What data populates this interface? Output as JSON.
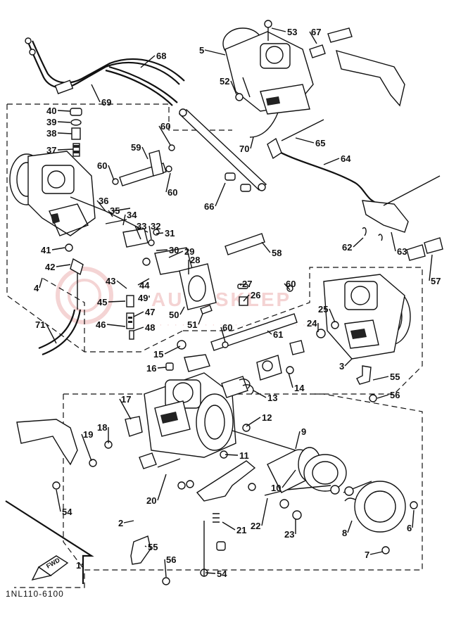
{
  "diagram": {
    "part_labels": [
      "1",
      "2",
      "3",
      "4",
      "5",
      "6",
      "7",
      "8",
      "9",
      "10",
      "11",
      "12",
      "13",
      "14",
      "15",
      "16",
      "17",
      "18",
      "19",
      "20",
      "21",
      "22",
      "23",
      "24",
      "25",
      "26",
      "27",
      "28",
      "29",
      "30",
      "31",
      "32",
      "33",
      "34",
      "35",
      "36",
      "37",
      "38",
      "39",
      "40",
      "41",
      "42",
      "43",
      "44",
      "45",
      "46",
      "47",
      "48",
      "49",
      "50",
      "51",
      "52",
      "53",
      "54",
      "55",
      "56",
      "57",
      "58",
      "59",
      "60",
      "61",
      "62",
      "63",
      "64",
      "65",
      "66",
      "67",
      "68",
      "69",
      "70",
      "71"
    ],
    "figure_code": "1NL110-6100",
    "fwd_label": "FWD",
    "watermark": "AUTOSKLEP"
  }
}
